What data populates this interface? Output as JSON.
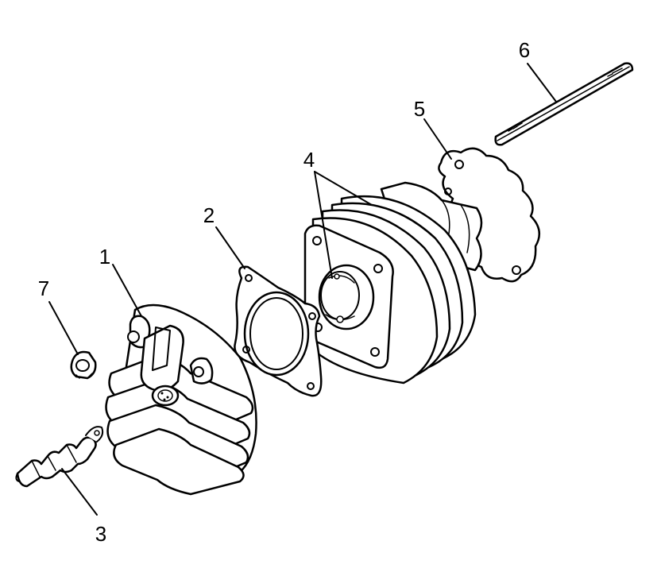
{
  "callouts": [
    {
      "id": "part-1",
      "label": "1"
    },
    {
      "id": "part-2",
      "label": "2"
    },
    {
      "id": "part-3",
      "label": "3"
    },
    {
      "id": "part-4",
      "label": "4"
    },
    {
      "id": "part-5",
      "label": "5"
    },
    {
      "id": "part-6",
      "label": "6"
    },
    {
      "id": "part-7",
      "label": "7"
    }
  ]
}
